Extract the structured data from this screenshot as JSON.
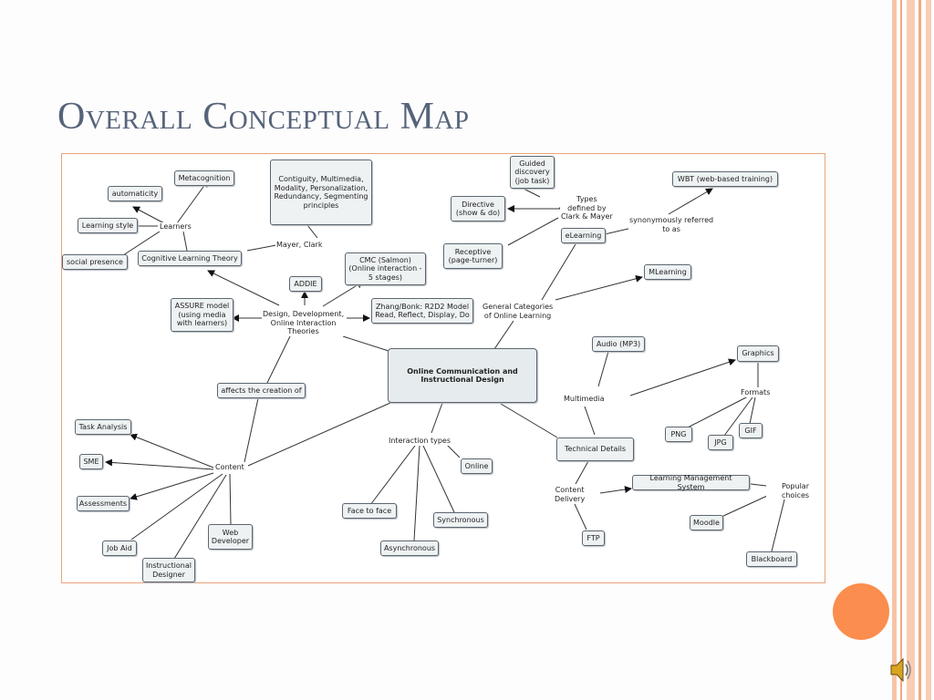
{
  "slide": {
    "title": "Overall Conceptual Map",
    "accent_color": "#fb8d4e",
    "stripe_color": "#f7b99a",
    "frame_border_color": "#e8a57b"
  },
  "concept_map": {
    "nodes": {
      "metacognition": "Metacognition",
      "automaticity": "automaticity",
      "learning_style": "Learning style",
      "social_presence": "social presence",
      "cognitive_learning_theory": "Cognitive Learning Theory",
      "principles": "Contiguity, Multimedia,\nModality, Personalization,\nRedundancy, Segmenting\nprinciples",
      "guided_discovery": "Guided\ndiscovery\n(job task)",
      "directive": "Directive\n(show & do)",
      "receptive": "Receptive\n(page-turner)",
      "wbt": "WBT (web-based training)",
      "elearning": "eLearning",
      "addie": "ADDIE",
      "cmc_salmon": "CMC (Salmon)\n(Online interaction -\n5 stages)",
      "mlearning": "MLearning",
      "assure": "ASSURE model\n(using media\nwith learners)",
      "zhang_bonk": "Zhang/Bonk: R2D2 Model\nRead, Reflect, Display, Do",
      "audio": "Audio (MP3)",
      "graphics": "Graphics",
      "main": "Online Communication and\nInstructional Design",
      "affects": "affects the creation of",
      "task_analysis": "Task Analysis",
      "sme": "SME",
      "assessments": "Assessments",
      "job_aid": "Job Aid",
      "instructional_designer": "Instructional\nDesigner",
      "web_developer": "Web\nDeveloper",
      "online": "Online",
      "face_to_face": "Face to face",
      "synchronous": "Synchronous",
      "asynchronous": "Asynchronous",
      "technical_details": "Technical Details",
      "png": "PNG",
      "jpg": "JPG",
      "gif": "GIF",
      "lms": "Learning Management System",
      "moodle": "Moodle",
      "blackboard": "Blackboard",
      "ftp": "FTP"
    },
    "labels": {
      "learners": "Learners",
      "mayer_clark": "Mayer, Clark",
      "types_defined": "Types\ndefined by\nClark & Mayer",
      "synonymously": "synonymously referred\nto as",
      "general_categories": "General Categories\nof Online Learning",
      "design_dev": "Design, Development,\nOnline Interaction\nTheories",
      "multimedia": "Multimedia",
      "formats": "Formats",
      "content": "Content",
      "interaction_types": "Interaction types",
      "content_delivery": "Content\nDelivery",
      "popular_choices": "Popular choices"
    }
  }
}
